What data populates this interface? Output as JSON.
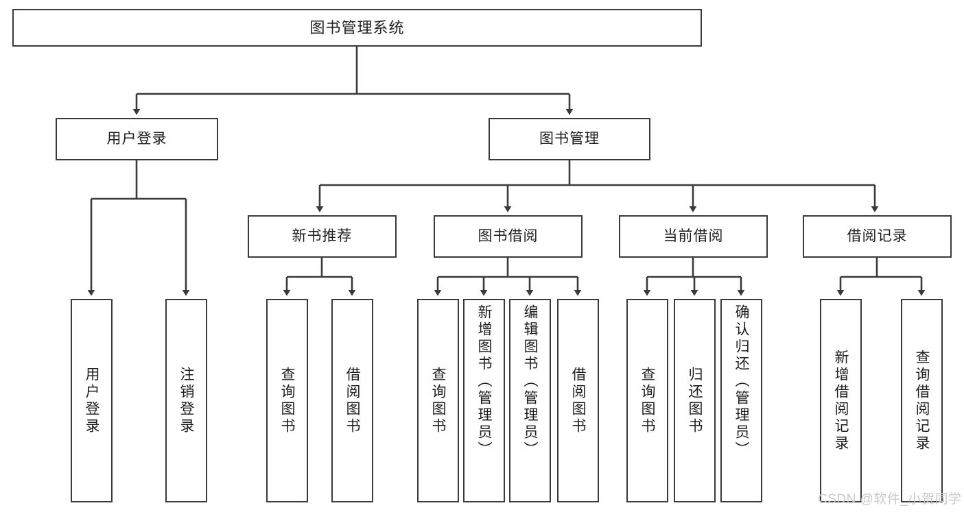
{
  "diagram": {
    "title": "图书管理系统",
    "type": "tree-structure-chart",
    "root": {
      "label": "图书管理系统"
    },
    "level2": [
      {
        "label": "用户登录"
      },
      {
        "label": "图书管理"
      }
    ],
    "level3": [
      {
        "label": "新书推荐"
      },
      {
        "label": "图书借阅"
      },
      {
        "label": "当前借阅"
      },
      {
        "label": "借阅记录"
      }
    ],
    "leaves": [
      {
        "label": "用户登录",
        "parent": "用户登录"
      },
      {
        "label": "注销登录",
        "parent": "用户登录"
      },
      {
        "label": "查询图书",
        "parent": "新书推荐"
      },
      {
        "label": "借阅图书",
        "parent": "新书推荐"
      },
      {
        "label": "查询图书",
        "parent": "图书借阅"
      },
      {
        "label": "新增图书（管理员）",
        "parent": "图书借阅"
      },
      {
        "label": "编辑图书（管理员）",
        "parent": "图书借阅"
      },
      {
        "label": "借阅图书",
        "parent": "图书借阅"
      },
      {
        "label": "查询图书",
        "parent": "当前借阅"
      },
      {
        "label": "归还图书",
        "parent": "当前借阅"
      },
      {
        "label": "确认归还（管理员）",
        "parent": "当前借阅"
      },
      {
        "label": "新增借阅记录",
        "parent": "借阅记录"
      },
      {
        "label": "查询借阅记录",
        "parent": "借阅记录"
      }
    ],
    "watermark": "CSDN @软件_小贺同学",
    "colors": {
      "border": "#3a3a3a",
      "text": "#1d1d1d",
      "background": "#ffffff",
      "watermark": "#c9c9c9"
    }
  }
}
